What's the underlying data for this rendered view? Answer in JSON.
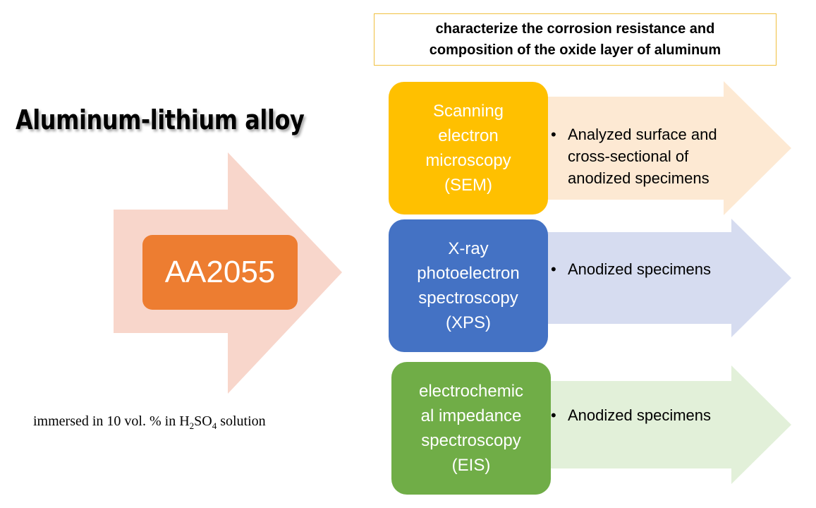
{
  "header": {
    "line1": "characterize the corrosion resistance and",
    "line2": "composition of the oxide layer of aluminum"
  },
  "title": "Aluminum-lithium alloy",
  "alloy": "AA2055",
  "condition": {
    "prefix": "immersed  in 10 vol.  % in H",
    "sub1": "2",
    "mid": "SO",
    "sub2": "4",
    "suffix": " solution"
  },
  "methods": [
    {
      "lines": [
        "Scanning",
        "electron",
        "microscopy",
        "(SEM)"
      ],
      "bullet": "•",
      "desc": [
        "Analyzed surface and",
        "cross-sectional of",
        "anodized specimens"
      ],
      "color": "#ffc000",
      "arrow_color": "#fde9d3"
    },
    {
      "lines": [
        "X-ray",
        "photoelectron",
        "spectroscopy",
        "(XPS)"
      ],
      "bullet": "•",
      "desc": [
        "Anodized specimens"
      ],
      "color": "#4472c4",
      "arrow_color": "#d6dcf0"
    },
    {
      "lines": [
        "electrochemic",
        "al impedance",
        "spectroscopy",
        "(EIS)"
      ],
      "bullet": "•",
      "desc": [
        "Anodized specimens"
      ],
      "color": "#70ad47",
      "arrow_color": "#e2f0d9"
    }
  ],
  "colors": {
    "big_arrow": "#f8d6cb",
    "alloy_box": "#ed7d31",
    "header_border": "#f0c040"
  }
}
